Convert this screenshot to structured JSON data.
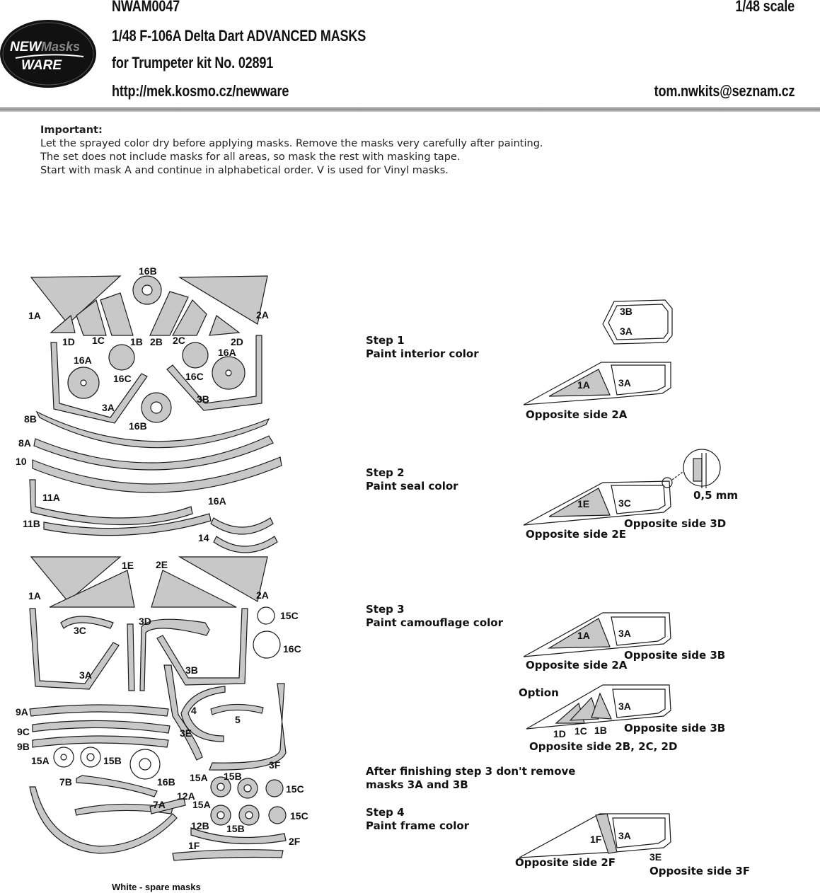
{
  "header": {
    "code": "NWAM0047",
    "scale": "1/48 scale",
    "title": "1/48 F-106A Delta Dart ADVANCED MASKS",
    "kit": "for Trumpeter kit No. 02891",
    "url": "http://mek.kosmo.cz/newware",
    "email": "tom.nwkits@seznam.cz"
  },
  "logo": {
    "line1": "NEW",
    "line2": "Masks",
    "line3": "WARE"
  },
  "important": {
    "heading": "Important:",
    "lines": [
      "Let the sprayed color dry before applying masks. Remove the masks very carefully after painting.",
      "The set does not include masks for all areas, so mask the rest with masking tape.",
      "Start with mask A and continue in alphabetical order. V is used for Vinyl masks."
    ]
  },
  "mask_labels": {
    "a16B_top": "16B",
    "a1A": "1A",
    "a2A": "2A",
    "a1D": "1D",
    "a1C": "1C",
    "a1B": "1B",
    "a2B": "2B",
    "a2C": "2C",
    "a2D": "2D",
    "a16A_l": "16A",
    "a16C_l": "16C",
    "a16C_r": "16C",
    "a16A_r": "16A",
    "a3A": "3A",
    "a3B": "3B",
    "a16B_mid": "16B",
    "a8B": "8B",
    "a8A": "8A",
    "a10": "10",
    "a11A": "11A",
    "a11B": "11B",
    "a16A_w": "16A",
    "a14": "14",
    "b1E": "1E",
    "b2E": "2E",
    "b1A": "1A",
    "b2A": "2A",
    "b3C": "3C",
    "b3D": "3D",
    "b3A": "3A",
    "b3B": "3B",
    "b15C": "15C",
    "b16C": "16C",
    "b9A": "9A",
    "b9C": "9C",
    "b9B": "9B",
    "b4": "4",
    "b5": "5",
    "b3E": "3E",
    "b3F": "3F",
    "b15A_l": "15A",
    "b15B_l": "15B",
    "b16B": "16B",
    "b7B": "7B",
    "b7A": "7A",
    "b12A": "12A",
    "b12B": "12B",
    "b15A_r1": "15A",
    "b15B_r1": "15B",
    "b15C_r1": "15C",
    "b15A_r2": "15A",
    "b15B_r2": "15B",
    "b15C_r2": "15C",
    "b1F": "1F",
    "b2F": "2F"
  },
  "steps": {
    "s1": {
      "title": "Step 1",
      "text": "Paint interior color"
    },
    "s2": {
      "title": "Step 2",
      "text": "Paint seal color"
    },
    "s3": {
      "title": "Step 3",
      "text": "Paint camouflage color"
    },
    "s4": {
      "title": "Step 4",
      "text": "Paint frame color"
    },
    "after": [
      "After finishing step 3 don't remove",
      "masks 3A and 3B"
    ]
  },
  "diagrams": {
    "d0_3B": "3B",
    "d0_3A": "3A",
    "d1_1A": "1A",
    "d1_3A": "3A",
    "d1_opp": "Opposite side 2A",
    "d2_1E": "1E",
    "d2_3C": "3C",
    "d2_opp_l": "Opposite side 2E",
    "d2_opp_r": "Opposite side 3D",
    "d2_mm": "0,5 mm",
    "d3_1A": "1A",
    "d3_3A": "3A",
    "d3_opp_l": "Opposite side 2A",
    "d3_opp_r": "Opposite side 3B",
    "opt_label": "Option",
    "opt_1D": "1D",
    "opt_1C": "1C",
    "opt_1B": "1B",
    "opt_3A": "3A",
    "opt_opp_r": "Opposite side 3B",
    "opt_opp_b": "Opposite side 2B, 2C, 2D",
    "d4_1F": "1F",
    "d4_3A": "3A",
    "d4_3E": "3E",
    "d4_opp_l": "Opposite side 2F",
    "d4_opp_r": "Opposite side 3F"
  },
  "footer": {
    "spare": "White - spare masks"
  },
  "colors": {
    "mask_fill": "#c8c8c8",
    "mask_stroke": "#1a1a1a",
    "rule": "#9a9a9a"
  }
}
